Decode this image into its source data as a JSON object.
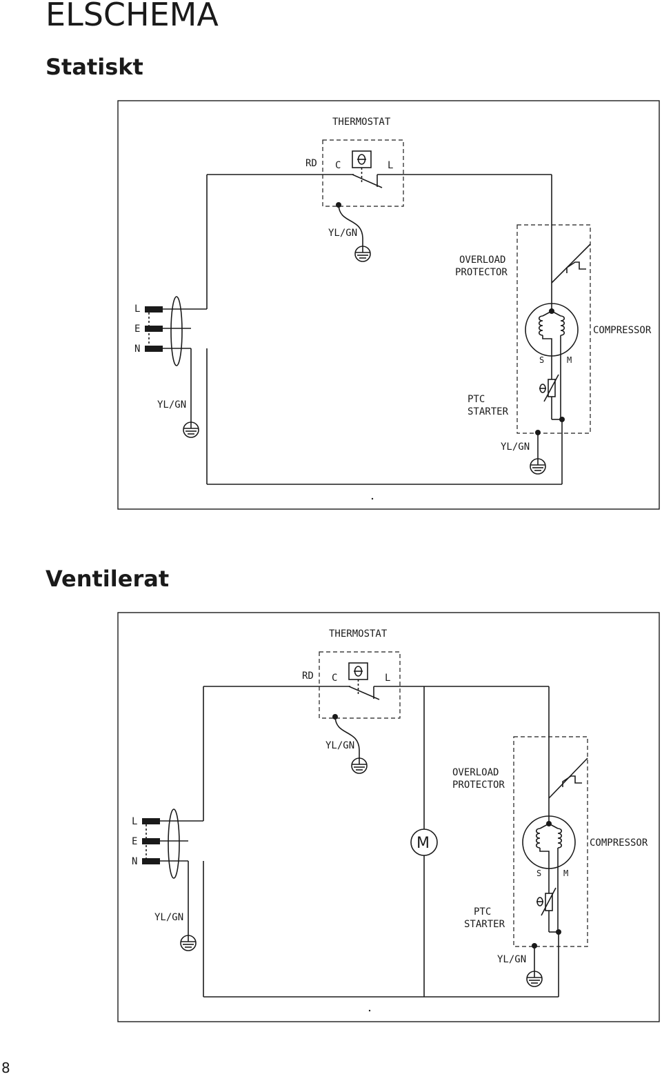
{
  "page_title": "ELSCHEMA",
  "page_number": "8",
  "sections": [
    {
      "title": "Statiskt",
      "labels": {
        "thermostat": "THERMOSTAT",
        "rd": "RD",
        "c": "C",
        "l_term": "L",
        "yl_gn_thermostat": "YL/GN",
        "overload_line1": "OVERLOAD",
        "overload_line2": "PROTECTOR",
        "plug_l": "L",
        "plug_e": "E",
        "plug_n": "N",
        "compressor": "COMPRESSOR",
        "s": "S",
        "m": "M",
        "yl_gn_left": "YL/GN",
        "ptc_line1": "PTC",
        "ptc_line2": "STARTER",
        "yl_gn_compressor": "YL/GN"
      }
    },
    {
      "title": "Ventilerat",
      "labels": {
        "thermostat": "THERMOSTAT",
        "rd": "RD",
        "c": "C",
        "l_term": "L",
        "yl_gn_thermostat": "YL/GN",
        "overload_line1": "OVERLOAD",
        "overload_line2": "PROTECTOR",
        "plug_l": "L",
        "plug_e": "E",
        "plug_n": "N",
        "fan_motor": "M",
        "compressor": "COMPRESSOR",
        "s": "S",
        "m": "M",
        "yl_gn_left": "YL/GN",
        "ptc_line1": "PTC",
        "ptc_line2": "STARTER",
        "yl_gn_compressor": "YL/GN"
      }
    }
  ]
}
